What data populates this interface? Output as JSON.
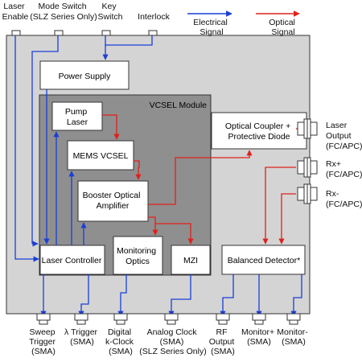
{
  "top_inputs": {
    "laser_enable": [
      "Laser",
      "Enable"
    ],
    "mode_switch": [
      "Mode Switch",
      "(SLZ Series Only)"
    ],
    "key_switch": [
      "Key",
      "Switch"
    ],
    "interlock": [
      "Interlock"
    ]
  },
  "legend": {
    "electrical": [
      "Electrical",
      "Signal"
    ],
    "optical": [
      "Optical",
      "Signal"
    ]
  },
  "module": {
    "title": "VCSEL Module"
  },
  "blocks": {
    "power_supply": [
      "Power Supply"
    ],
    "pump_laser": [
      "Pump",
      "Laser"
    ],
    "mems_vcsel": [
      "MEMS VCSEL"
    ],
    "booster": [
      "Booster Optical",
      "Amplifier"
    ],
    "optical_coupler": [
      "Optical Coupler +",
      "Protective Diode"
    ],
    "laser_controller": [
      "Laser Controller"
    ],
    "monitoring_optics": [
      "Monitoring",
      "Optics"
    ],
    "mzi": [
      "MZI"
    ],
    "balanced_detector": [
      "Balanced Detector*"
    ]
  },
  "right_ports": {
    "laser_output": [
      "Laser",
      "Output",
      "(FC/APC)"
    ],
    "rx_plus": [
      "Rx+",
      "(FC/APC)"
    ],
    "rx_minus": [
      "Rx-",
      "(FC/APC)"
    ]
  },
  "bottom_outputs": {
    "sweep_trigger": [
      "Sweep",
      "Trigger",
      "(SMA)"
    ],
    "lambda_trigger": [
      "λ Trigger",
      "(SMA)"
    ],
    "digital_kclock": [
      "Digital",
      "k-Clock",
      "(SMA)"
    ],
    "analog_clock": [
      "Analog Clock",
      "(SMA)",
      "(SLZ Series Only)"
    ],
    "rf_output": [
      "RF",
      "Output",
      "(SMA)"
    ],
    "monitor_plus": [
      "Monitor+",
      "(SMA)"
    ],
    "monitor_minus": [
      "Monitor-",
      "(SMA)"
    ]
  },
  "colors": {
    "electrical": "#1a3fd6",
    "optical": "#e0201b",
    "enclosure": "#d4d4d4",
    "module": "#8f8f8f",
    "block": "#ffffff"
  }
}
